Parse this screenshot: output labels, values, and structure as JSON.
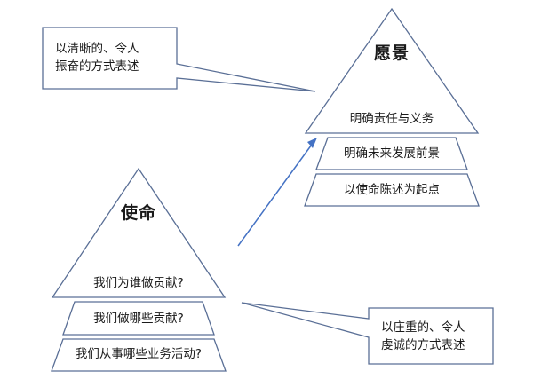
{
  "diagram": {
    "title_visible": false,
    "colors": {
      "outline": "#5a6f96",
      "arrow": "#4472c4",
      "callout_border": "#5a6f96",
      "text": "#1a1a1a",
      "background": "#ffffff"
    },
    "vision_pyramid": {
      "name": "vision-pyramid",
      "title": "愿景",
      "bands": [
        {
          "label": "明确责任与义务"
        },
        {
          "label": "明确未来发展前景"
        },
        {
          "label": "以使命陈述为起点"
        }
      ]
    },
    "mission_pyramid": {
      "name": "mission-pyramid",
      "title": "使命",
      "bands": [
        {
          "label": "我们为谁做贡献?"
        },
        {
          "label": "我们做哪些贡献?"
        },
        {
          "label": "我们从事哪些业务活动?"
        }
      ]
    },
    "callouts": [
      {
        "name": "vision-callout",
        "text": "以清晰的、令人\n振奋的方式表述",
        "points_to": "vision-pyramid"
      },
      {
        "name": "mission-callout",
        "text": "以庄重的、令人\n虔诚的方式表述",
        "points_to": "mission-pyramid"
      }
    ],
    "connector": {
      "name": "mission-to-vision-arrow",
      "from": "mission-pyramid",
      "to": "vision-pyramid"
    }
  }
}
